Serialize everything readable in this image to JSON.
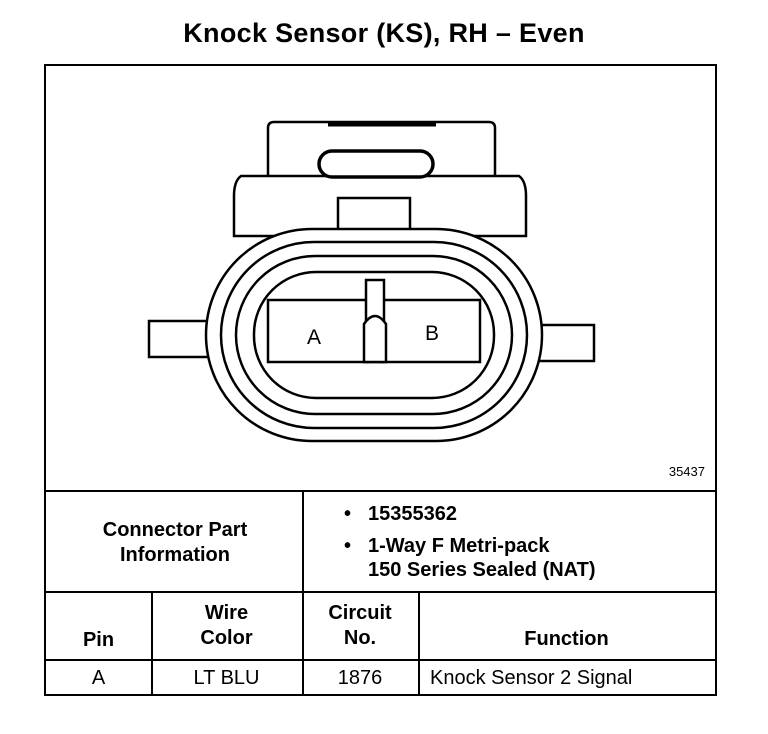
{
  "title": "Knock Sensor (KS), RH – Even",
  "figure_number": "35437",
  "pin_labels": [
    "A",
    "B"
  ],
  "connector_info": {
    "label_line1": "Connector Part",
    "label_line2": "Information",
    "items": [
      {
        "line1": "15355362",
        "line2": ""
      },
      {
        "line1": "1-Way F Metri-pack",
        "line2": "150 Series Sealed (NAT)"
      }
    ],
    "bullet": "•"
  },
  "table": {
    "headers": {
      "pin": "Pin",
      "wire_line1": "Wire",
      "wire_line2": "Color",
      "circuit_line1": "Circuit",
      "circuit_line2": "No.",
      "function": "Function"
    },
    "rows": [
      {
        "pin": "A",
        "wire_color": "LT BLU",
        "circuit": "1876",
        "function": "Knock Sensor 2 Signal"
      }
    ]
  }
}
